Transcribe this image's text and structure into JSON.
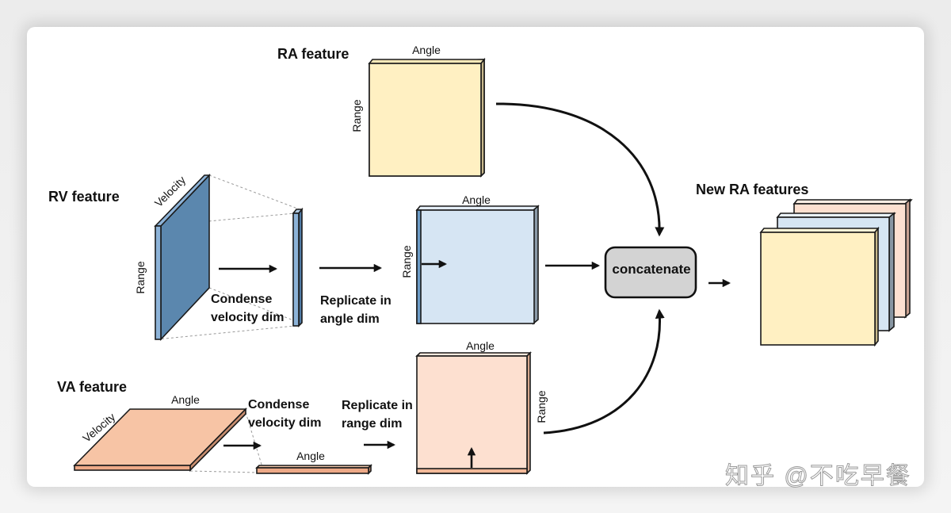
{
  "diagram": {
    "ra_feature": {
      "title": "RA feature",
      "axis_top": "Angle",
      "axis_side": "Range",
      "color": "#fff0c2"
    },
    "rv_feature": {
      "title": "RV feature",
      "axis_top": "Velocity",
      "axis_side": "Range",
      "color": "#5b87ae",
      "step1_label_line1": "Condense",
      "step1_label_line2": "velocity dim",
      "step2_label_line1": "Replicate in",
      "step2_label_line2": "angle dim",
      "replicated_axis_top": "Angle",
      "replicated_axis_side": "Range",
      "replicated_color": "#d6e5f3"
    },
    "va_feature": {
      "title": "VA feature",
      "axis_top": "Angle",
      "axis_side": "Velocity",
      "color": "#f7c4a5",
      "step1_label_line1": "Condense",
      "step1_label_line2": "velocity dim",
      "condensed_axis": "Angle",
      "step2_label_line1": "Replicate in",
      "step2_label_line2": "range dim",
      "replicated_axis_top": "Angle",
      "replicated_axis_side": "Range",
      "replicated_color": "#fde0d0"
    },
    "concatenate": {
      "label": "concatenate",
      "color": "#d3d3d3"
    },
    "output": {
      "title": "New RA features",
      "layers": [
        "#fde0d0",
        "#d6e5f3",
        "#fff0c2"
      ]
    },
    "watermark": "知乎 @不吃早餐"
  }
}
